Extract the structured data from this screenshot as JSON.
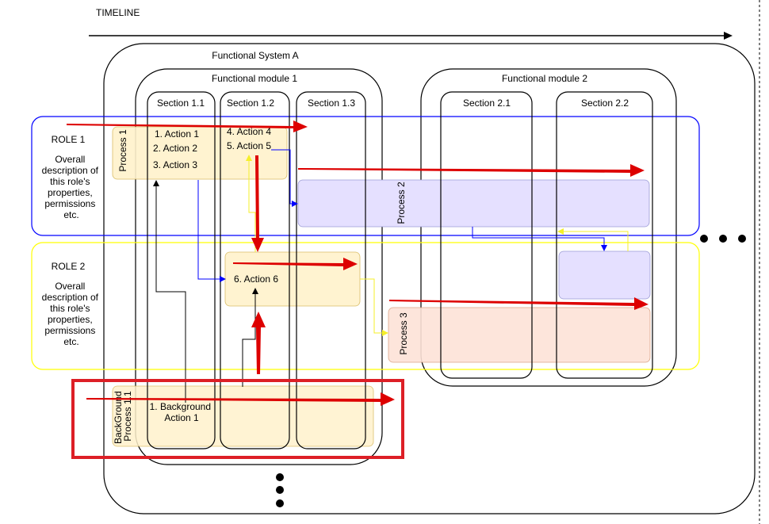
{
  "timeline": {
    "label": "TIMELINE"
  },
  "system": {
    "title": "Functional System A"
  },
  "modules": [
    {
      "title": "Functional module 1"
    },
    {
      "title": "Functional module 2"
    }
  ],
  "sections": [
    "Section 1.1",
    "Section 1.2",
    "Section 1.3",
    "Section 2.1",
    "Section 2.2"
  ],
  "roles": [
    {
      "title": "ROLE 1",
      "description": [
        "Overall",
        "description of",
        "this role's",
        "properties,",
        "permissions",
        "etc."
      ],
      "color": "#0000ff"
    },
    {
      "title": "ROLE 2",
      "description": [
        "Overall",
        "description of",
        "this role's",
        "properties,",
        "permissions",
        "etc."
      ],
      "color": "#ffff00"
    }
  ],
  "processes": {
    "p1": {
      "label": "Process 1",
      "actions": [
        "1. Action 1",
        "2. Action 2",
        "3. Action 3"
      ],
      "actions_b": [
        "4. Action 4",
        "5. Action 5"
      ],
      "fill": "#fff2cc"
    },
    "p2": {
      "label": "Process 2",
      "fill": "#e5e0ff"
    },
    "p3": {
      "label": "Process 3",
      "fill": "#fde3d8"
    },
    "action6": {
      "label": "6. Action 6"
    },
    "bg": {
      "label_lines": [
        "BackGround",
        "Process 1.1"
      ],
      "action_lines": [
        "1. Background",
        "Action 1"
      ]
    }
  },
  "colors": {
    "flow_red": "#dd0000",
    "highlight_red": "#dd1f26",
    "arrow_blue": "#0000ff",
    "arrow_yellow": "#f5ef2a"
  }
}
